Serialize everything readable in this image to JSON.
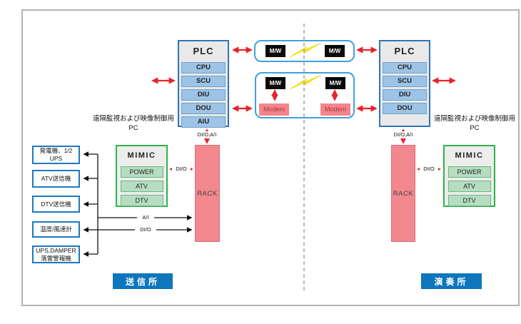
{
  "plc_left": {
    "title": "PLC",
    "modules": [
      "CPU",
      "SCU",
      "DIU",
      "DOU",
      "AIU"
    ]
  },
  "plc_right": {
    "title": "PLC",
    "modules": [
      "CPU",
      "SCU",
      "DIU",
      "DOU"
    ]
  },
  "mw_label": "M/W",
  "modem_label": "Modem",
  "rack_label": "RACK",
  "mimic_left": {
    "title": "MIMIC",
    "modules": [
      "POWER",
      "ATV",
      "DTV"
    ]
  },
  "mimic_right": {
    "title": "MIMIC",
    "modules": [
      "POWER",
      "ATV",
      "DTV"
    ]
  },
  "pc_left": {
    "line1": "遠隔監視および映像制御用",
    "line2": "PC"
  },
  "pc_right": {
    "line1": "遠隔監視および映像制御用",
    "line2": "PC"
  },
  "devices": [
    {
      "lines": [
        "発電機、1/2",
        "UPS"
      ]
    },
    {
      "lines": [
        "ATV送信機"
      ]
    },
    {
      "lines": [
        "DTV送信機"
      ]
    },
    {
      "lines": [
        "温度/風速計"
      ]
    },
    {
      "lines": [
        "UPS,DAMPER",
        "落雷警報機"
      ]
    }
  ],
  "link_labels": {
    "dio_ai": "DI/O,A/I",
    "dio": "DI/O",
    "ai": "A/I"
  },
  "sites": {
    "left": "送信所",
    "right": "演奏所"
  },
  "colors": {
    "red_arrow": "#e8232a",
    "plc_border": "#2e75b6",
    "plc_module": "#9dc3e6",
    "container_border": "#41a0dc",
    "mimic_border": "#2eb34a",
    "mimic_module": "#b6ddc1",
    "rack_fill": "#f0888d",
    "modem_fill": "#f5858d",
    "mw_fill": "#0a0a0a",
    "site_fill": "#0e76bc",
    "bolt_fill": "#ffe817",
    "device_border": "#1b79c0"
  }
}
